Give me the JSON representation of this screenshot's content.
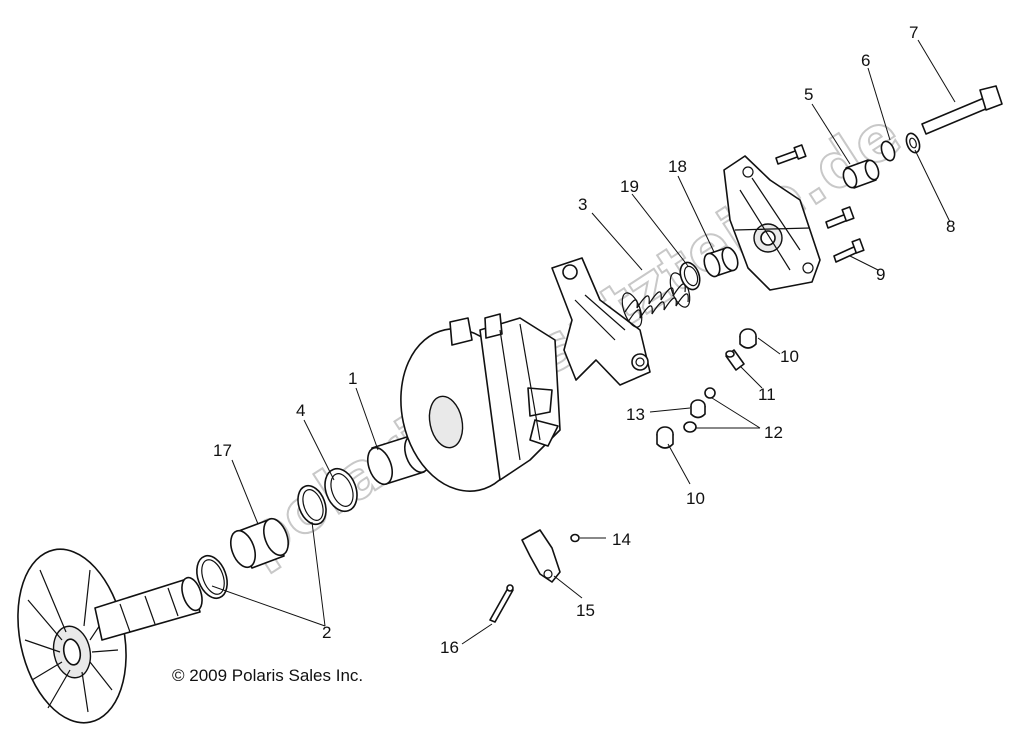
{
  "copyright": "© 2009 Polaris Sales Inc.",
  "watermark": "polaris-ersatzteile.de",
  "callouts": [
    "1",
    "2",
    "3",
    "4",
    "5",
    "6",
    "7",
    "8",
    "9",
    "10",
    "10",
    "11",
    "12",
    "13",
    "14",
    "15",
    "16",
    "17",
    "18",
    "19"
  ],
  "colors": {
    "line": "#111111",
    "background": "#ffffff",
    "watermark": "#c8c8c8"
  }
}
